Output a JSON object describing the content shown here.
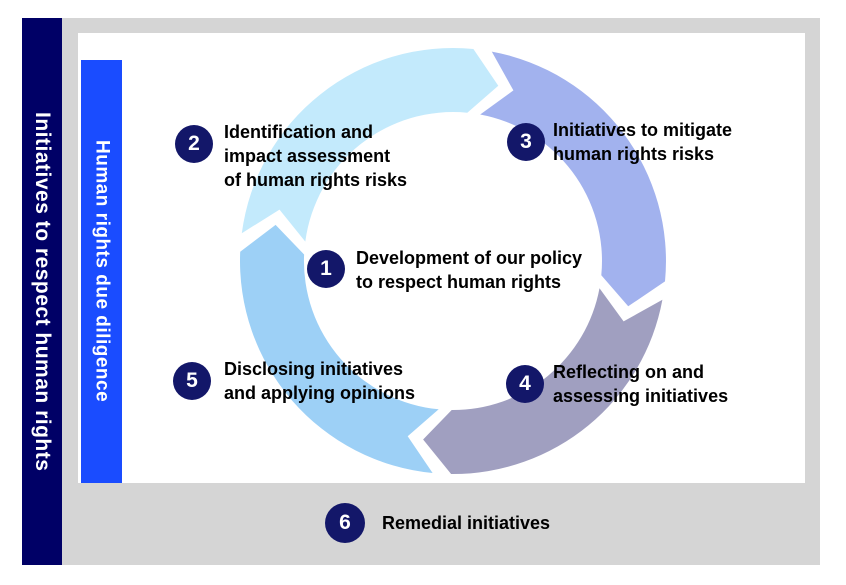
{
  "colors": {
    "panel_bg": "#d5d5d5",
    "card_bg": "#ffffff",
    "left_banner_bg": "#000066",
    "inner_banner_bg": "#1a4cff",
    "badge_bg": "#131769",
    "badge_text": "#ffffff",
    "step_text": "#000000",
    "arc_step2": "#c3eafc",
    "arc_step3": "#a2b2ee",
    "arc_step4": "#a09fc0",
    "arc_step5": "#9dd0f6"
  },
  "left_banner": {
    "label": "Initiatives to respect human rights"
  },
  "inner_banner": {
    "label": "Human rights due diligence"
  },
  "cycle": {
    "center_step": {
      "number": "1",
      "text": "Development of our policy\nto respect human rights"
    },
    "segments": [
      {
        "number": "2",
        "color": "#c3eafc",
        "text": "Identification and\nimpact assessment\nof human rights risks"
      },
      {
        "number": "3",
        "color": "#a2b2ee",
        "text": "Initiatives to mitigate\nhuman rights risks"
      },
      {
        "number": "4",
        "color": "#a09fc0",
        "text": "Reflecting on and\nassessing initiatives"
      },
      {
        "number": "5",
        "color": "#9dd0f6",
        "text": "Disclosing initiatives\nand applying opinions"
      }
    ]
  },
  "footer_step": {
    "number": "6",
    "label": "Remedial initiatives"
  }
}
